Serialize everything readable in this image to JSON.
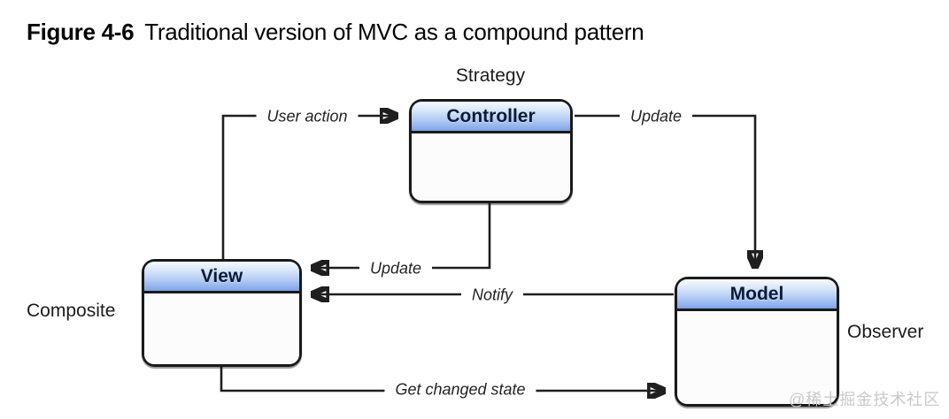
{
  "title": {
    "figure_label": "Figure 4-6",
    "text": "Traditional version of MVC as a compound pattern"
  },
  "diagram": {
    "nodes": {
      "controller": {
        "label": "Controller",
        "pattern": "Strategy"
      },
      "view": {
        "label": "View",
        "pattern": "Composite"
      },
      "model": {
        "label": "Model",
        "pattern": "Observer"
      }
    },
    "edges": {
      "user_action": {
        "label": "User action",
        "from": "View",
        "to": "Controller"
      },
      "update_model": {
        "label": "Update",
        "from": "Controller",
        "to": "Model"
      },
      "update_view": {
        "label": "Update",
        "from": "Controller",
        "to": "View"
      },
      "notify": {
        "label": "Notify",
        "from": "Model",
        "to": "View"
      },
      "get_changed_state": {
        "label": "Get changed state",
        "from": "View",
        "to": "Model"
      }
    },
    "colors": {
      "header_gradient_top": "#f6faff",
      "header_gradient_bottom": "#7fa3e9",
      "box_border": "#1a1a1a",
      "wire": "#1f1f1f"
    }
  },
  "watermark": "@稀土掘金技术社区"
}
